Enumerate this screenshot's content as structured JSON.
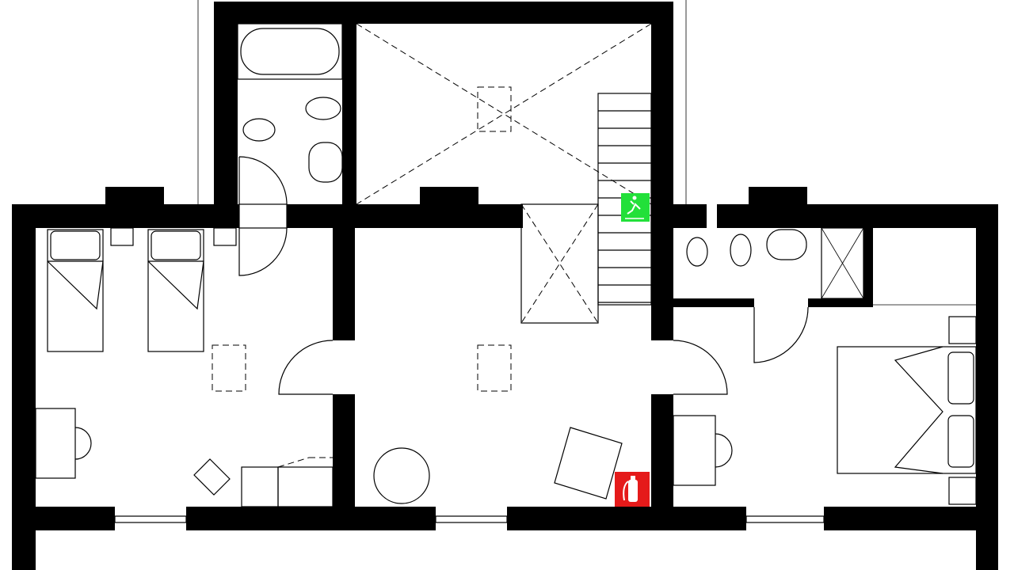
{
  "plan": {
    "type": "floor-plan",
    "rooms": [
      "twin-bedroom",
      "hallway",
      "stair-void",
      "bathroom-upper",
      "bathroom-right",
      "double-bedroom"
    ]
  },
  "signs": {
    "emergency_exit": {
      "icon": "emergency-exit-icon",
      "color": "#22e03a"
    },
    "fire_extinguisher": {
      "icon": "fire-extinguisher-icon",
      "color": "#e51a1a"
    }
  },
  "colors": {
    "wall": "#000000",
    "background": "#ffffff"
  }
}
